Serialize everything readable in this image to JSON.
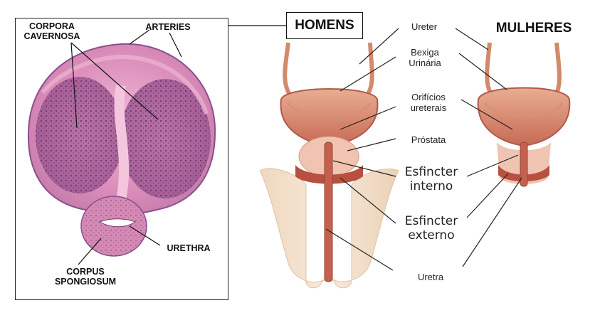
{
  "histology": {
    "corpora_cavernosa": "CORPORA\nCAVERNOSA",
    "arteries": "ARTERIES",
    "urethra": "URETHRA",
    "corpus_spongiosum": "CORPUS\nSPONGIOSUM"
  },
  "anatomy": {
    "men_heading": "HOMENS",
    "women_heading": "MULHERES",
    "ureter": "Ureter",
    "bladder": "Bexiga\nUrinária",
    "ureteral_orifices": "Orifícios\nureterais",
    "prostate": "Próstata",
    "internal_sphincter": "Esfincter\ninterno",
    "external_sphincter": "Esfincter\nexterno",
    "urethra": "Uretra"
  },
  "colors": {
    "tissue_pink": "#d98ab8",
    "tissue_purple": "#8a4f8f",
    "organ_red": "#c2604f",
    "organ_inner": "#e8a58a",
    "skin": "#f4e2cf"
  }
}
